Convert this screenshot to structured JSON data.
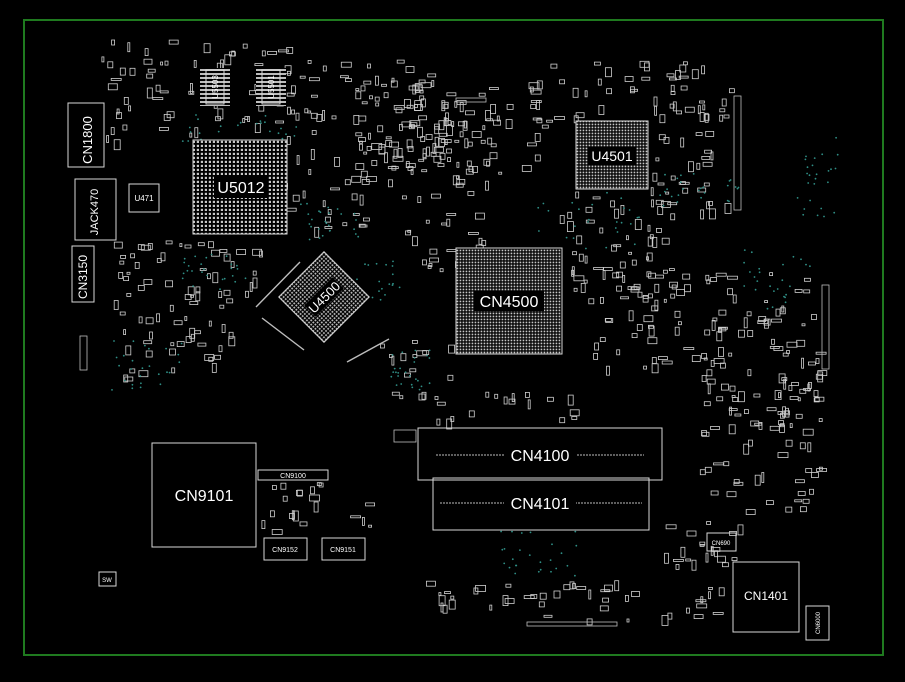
{
  "colors": {
    "background": "#000000",
    "board_edge": "#1f7a1f",
    "outline": "#d8d8d8",
    "via_dots": "#2f8f86",
    "label": "#ffffff"
  },
  "components": {
    "cn1800": "CN1800",
    "jack470": "JACK470",
    "u471": "U471",
    "cn3150": "CN3150",
    "u5012": "U5012",
    "u5503": "U5503",
    "u5501": "U5501",
    "u4500": "U4500",
    "cn4500": "CN4500",
    "u4501": "U4501",
    "cn4100": "CN4100",
    "cn4101": "CN4101",
    "cn9101": "CN9101",
    "cn9100": "CN9100",
    "cn9152": "CN9152",
    "cn9151": "CN9151",
    "sw": "SW",
    "cn1401": "CN1401",
    "cn6000": "CN6000",
    "cn690": "CN690"
  }
}
